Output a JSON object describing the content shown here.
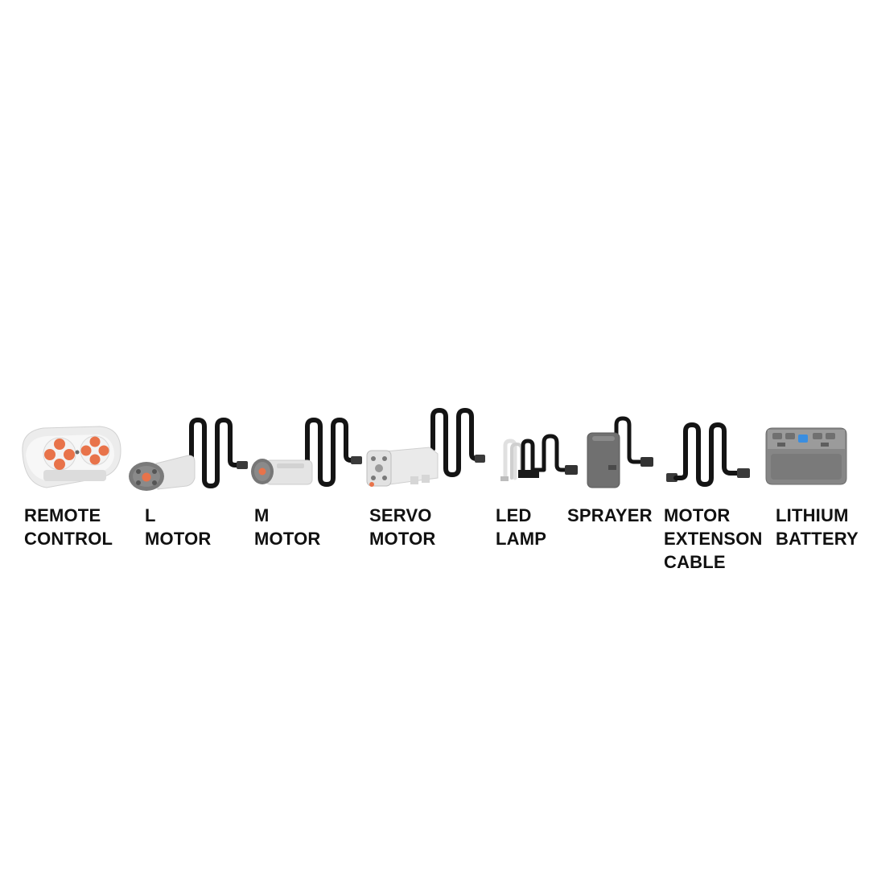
{
  "components": [
    {
      "id": "remote-control",
      "label": [
        "REMOTE",
        "CONTROL"
      ],
      "icon": "remote-control-icon"
    },
    {
      "id": "l-motor",
      "label": [
        "L",
        "MOTOR"
      ],
      "icon": "l-motor-icon"
    },
    {
      "id": "m-motor",
      "label": [
        "M",
        "MOTOR"
      ],
      "icon": "m-motor-icon"
    },
    {
      "id": "servo-motor",
      "label": [
        "SERVO",
        "MOTOR"
      ],
      "icon": "servo-motor-icon"
    },
    {
      "id": "led-lamp",
      "label": [
        "LED",
        "LAMP"
      ],
      "icon": "led-lamp-icon"
    },
    {
      "id": "sprayer",
      "label": [
        "SPRAYER"
      ],
      "icon": "sprayer-icon"
    },
    {
      "id": "motor-extension-cable",
      "label": [
        "MOTOR",
        "EXTENSON",
        "CABLE"
      ],
      "icon": "extension-cable-icon"
    },
    {
      "id": "lithium-battery",
      "label": [
        "LITHIUM",
        "BATTERY"
      ],
      "icon": "battery-box-icon"
    }
  ],
  "colors": {
    "cable": "#141414",
    "orange": "#e8734a",
    "light_grey": "#e4e4e4",
    "dark_grey": "#5e5e5e",
    "battery_blue": "#3a8ee0"
  }
}
